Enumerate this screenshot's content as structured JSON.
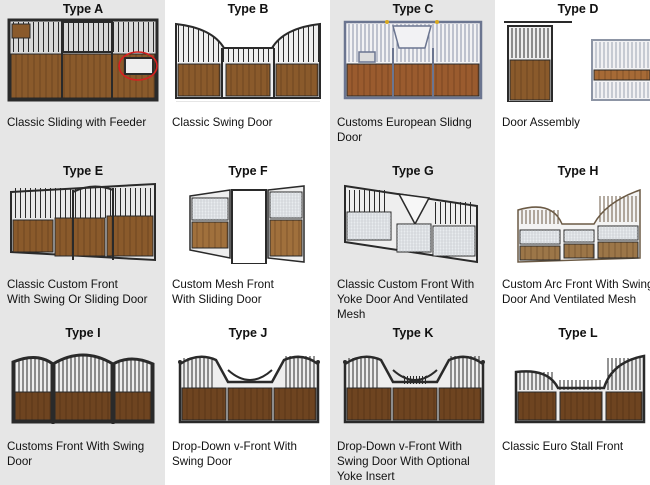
{
  "stalls": [
    {
      "type": "Type A",
      "caption": [
        "Classic Sliding with Feeder"
      ],
      "style": "sliding-feeder",
      "highlight": true
    },
    {
      "type": "Type B",
      "caption": [
        "Classic Swing Door"
      ],
      "style": "arc-swing",
      "highlight": false
    },
    {
      "type": "Type C",
      "caption": [
        "Customs European Slidng",
        "Door"
      ],
      "style": "european",
      "highlight": false
    },
    {
      "type": "Type D",
      "caption": [
        "Door Assembly"
      ],
      "style": "door-assembly",
      "highlight": false
    },
    {
      "type": "Type E",
      "caption": [
        "Classic Custom Front",
        "With Swing Or Sliding Door"
      ],
      "style": "custom-front",
      "highlight": false
    },
    {
      "type": "Type F",
      "caption": [
        "Custom Mesh Front",
        "With Sliding Door"
      ],
      "style": "mesh-sliding",
      "highlight": false
    },
    {
      "type": "Type G",
      "caption": [
        "Classic Custom Front With",
        "Yoke Door And Ventilated",
        "Mesh"
      ],
      "style": "yoke-mesh",
      "highlight": false
    },
    {
      "type": "Type H",
      "caption": [
        "Custom Arc Front With Swing",
        "Door And Ventilated Mesh"
      ],
      "style": "arc-mesh",
      "highlight": false
    },
    {
      "type": "Type I",
      "caption": [
        "Customs Front With Swing",
        "Door"
      ],
      "style": "swing-arc",
      "highlight": false
    },
    {
      "type": "Type J",
      "caption": [
        "Drop-Down v-Front With",
        "Swing Door"
      ],
      "style": "v-front",
      "highlight": false
    },
    {
      "type": "Type K",
      "caption": [
        "Drop-Down v-Front With",
        "Swing Door With Optional",
        "Yoke Insert"
      ],
      "style": "v-front-yoke",
      "highlight": false
    },
    {
      "type": "Type L",
      "caption": [
        "Classic Euro Stall Front"
      ],
      "style": "euro-arc",
      "highlight": false
    }
  ],
  "colors": {
    "shaded_column": "#e6e6e6",
    "wood": "#8a5a2b",
    "frame": "#2a2a2a",
    "highlight": "#d62020"
  }
}
